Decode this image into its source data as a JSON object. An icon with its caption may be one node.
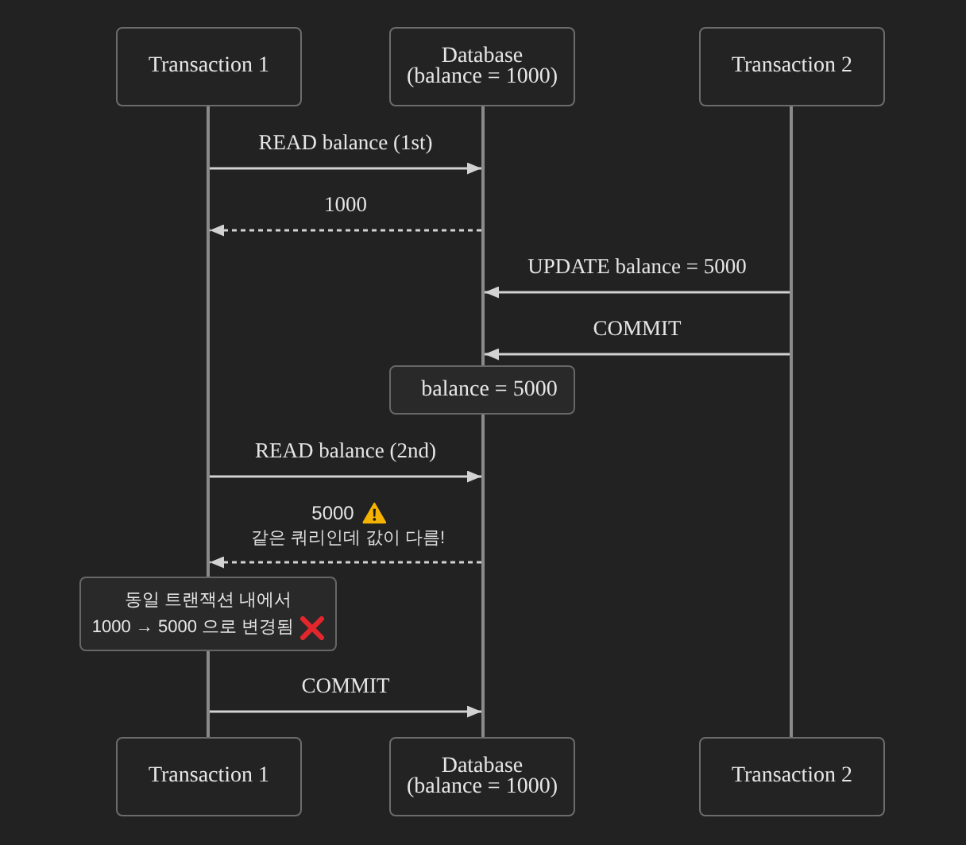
{
  "diagram": {
    "nodes": [
      {
        "text": [
          "Transaction 1"
        ]
      },
      {
        "text": [
          "Database (balance = 1000)"
        ]
      },
      {
        "text": [
          "Transaction 2"
        ]
      },
      {
        "text": [],
        "shape": "line"
      },
      {
        "text": [],
        "shape": "line"
      },
      {
        "text": [],
        "shape": "line"
      },
      {
        "text": [
          "balance = 5000"
        ]
      },
      {
        "text": [
          "동일 트랜잭션 내에서 1000 → 5000 으로 변경됨"
        ]
      },
      {
        "text": [
          "Transaction 1"
        ]
      },
      {
        "text": [
          "Database (balance = 1000)"
        ]
      },
      {
        "text": [
          "Transaction 2"
        ]
      }
    ],
    "edges": [
      {
        "from": 3,
        "to": 4,
        "arrow": "to",
        "label": "READ balance (1st)"
      },
      {
        "from": 4,
        "to": 3,
        "arrow": "to",
        "label": "1000",
        "style": "dashed"
      },
      {
        "from": 5,
        "to": 4,
        "arrow": "to",
        "label": "UPDATE balance = 5000"
      },
      {
        "from": 5,
        "to": 4,
        "arrow": "to",
        "label": "COMMIT"
      },
      {
        "from": 3,
        "to": 4,
        "arrow": "to",
        "label": "READ balance (2nd)"
      },
      {
        "from": 4,
        "to": 3,
        "arrow": "to",
        "label": "5000",
        "style": "dashed"
      },
      {
        "from": 3,
        "to": 4,
        "arrow": "to",
        "label": "COMMIT"
      }
    ],
    "labels": [
      "같은 쿼리인데 값이 다름!"
    ]
  }
}
